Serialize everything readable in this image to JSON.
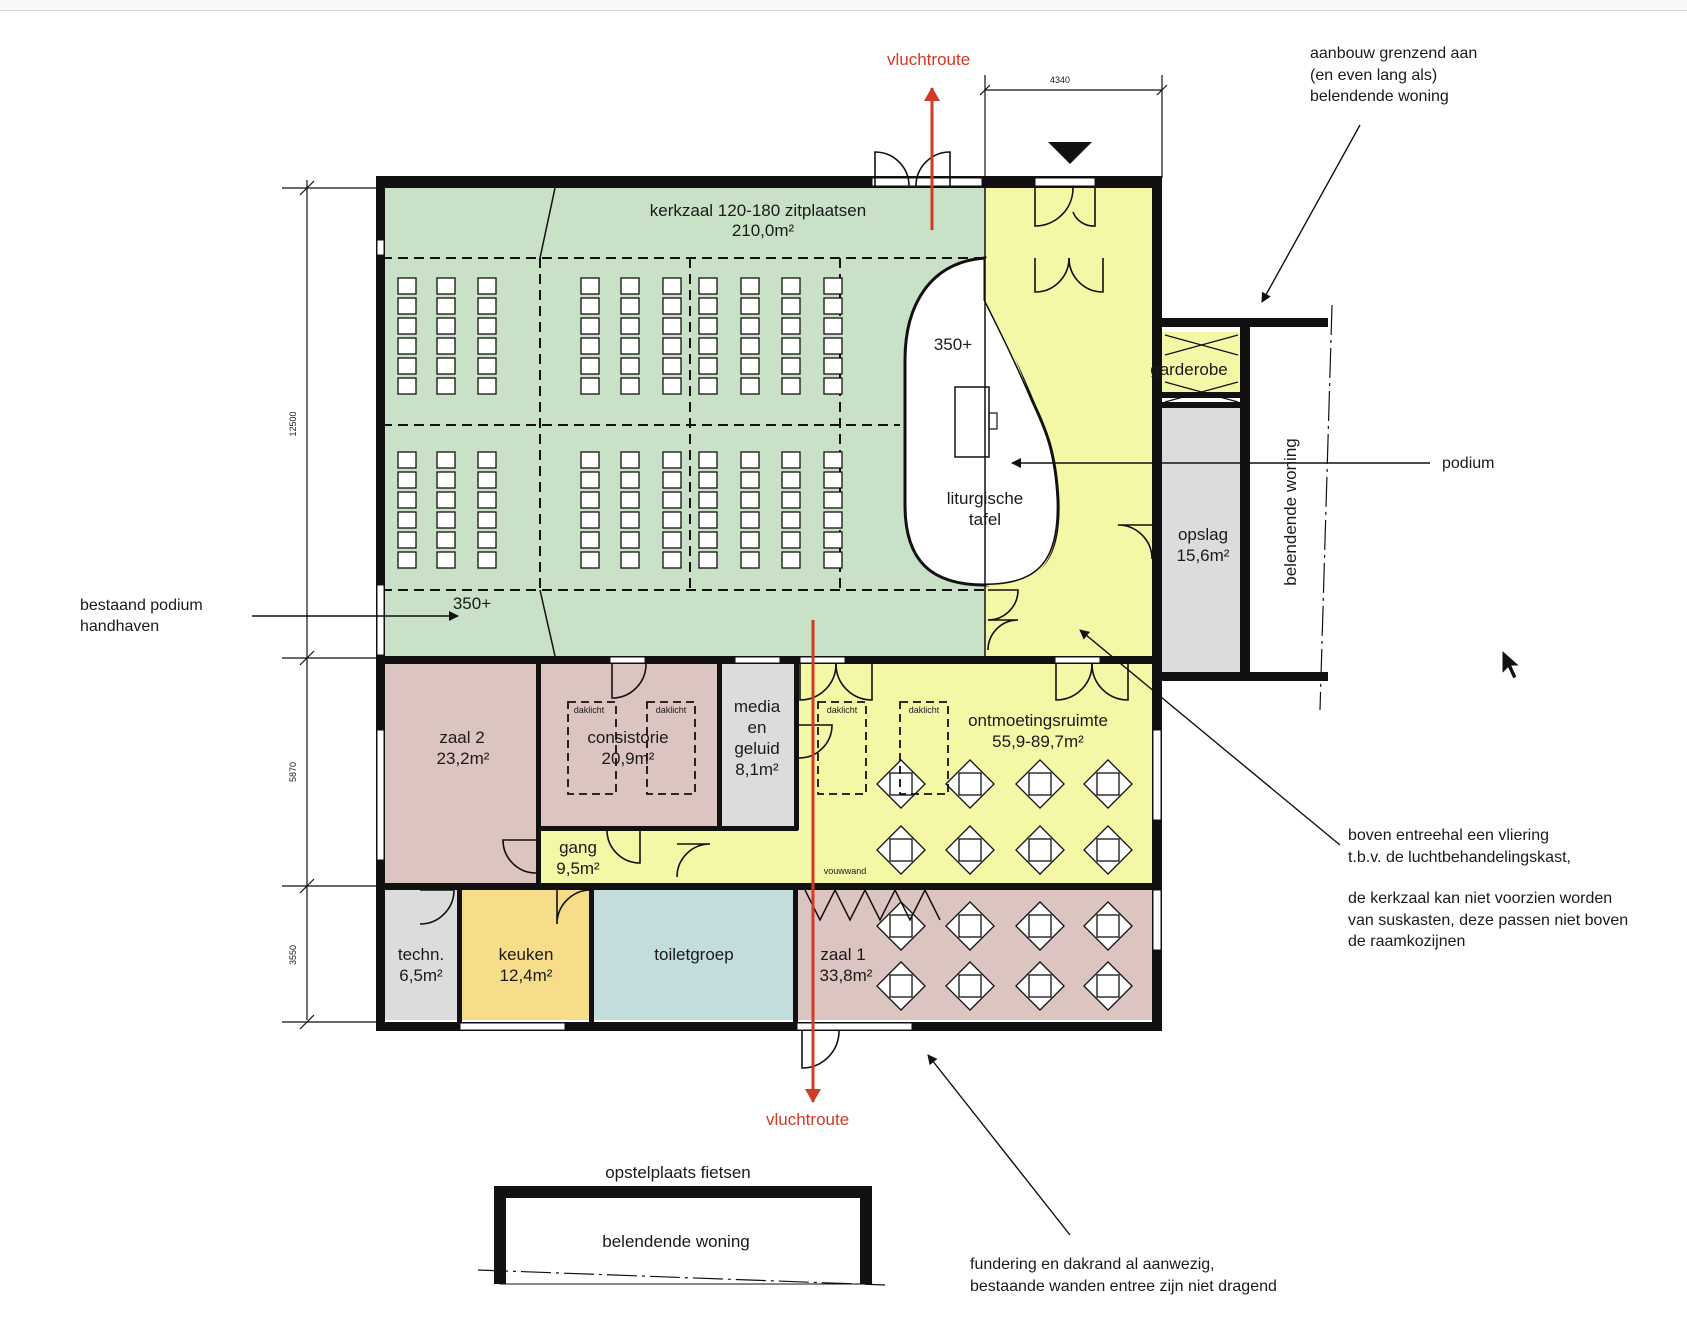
{
  "colors": {
    "church_hall": "#c9e1c7",
    "yellow_zone": "#f4f8a6",
    "pink_room": "#dcc4c0",
    "grey_room": "#dcdcdc",
    "kitchen": "#f7dc8a",
    "toilets": "#c3dcdc",
    "wall": "#111111",
    "escape_route": "#d23a25"
  },
  "icons": [
    "arrow-icon",
    "door-swing-icon",
    "entrance-marker-icon",
    "mouse-cursor-icon"
  ],
  "labels": {
    "escape_top": "vluchtroute",
    "escape_bottom": "vluchtroute",
    "dim_top": "4340",
    "dim_left_1": "12500",
    "dim_left_2": "5870",
    "dim_left_3": "3550",
    "church_title": "kerkzaal 120-180 zitplaatsen",
    "church_area": "210,0m²",
    "podium_level": "350+",
    "liturgical_1": "liturgische",
    "liturgical_2": "tafel",
    "existing_level": "350+",
    "garderobe": "garderobe",
    "storage_name": "opslag",
    "storage_area": "15,6m²",
    "neighbour_side": "belendende woning",
    "zaal2_name": "zaal 2",
    "zaal2_area": "23,2m²",
    "consistorie_name": "consistorie",
    "consistorie_area": "20,9m²",
    "media_1": "media",
    "media_2": "en",
    "media_3": "geluid",
    "media_area": "8,1m²",
    "meeting_name": "ontmoetingsruimte",
    "meeting_area": "55,9-89,7m²",
    "daklicht_1": "daklicht",
    "daklicht_2": "daklicht",
    "daklicht_3": "daklicht",
    "daklicht_4": "daklicht",
    "gang_name": "gang",
    "gang_area": "9,5m²",
    "vouwwand": "vouwwand",
    "techn_name": "techn.",
    "techn_area": "6,5m²",
    "keuken_name": "keuken",
    "keuken_area": "12,4m²",
    "toilet_name": "toiletgroep",
    "zaal1_name": "zaal 1",
    "zaal1_area": "33,8m²",
    "bikes": "opstelplaats fietsen",
    "neighbour_bottom": "belendende woning"
  },
  "notes": {
    "annex_1": "aanbouw grenzend aan",
    "annex_2": "(en even lang als)",
    "annex_3": "belendende woning",
    "podium": "podium",
    "existing_podium_1": "bestaand podium",
    "existing_podium_2": "handhaven",
    "loft_1": "boven entreehal een vliering",
    "loft_2": "t.b.v. de luchtbehandelingskast,",
    "hall_1": "de kerkzaal kan niet voorzien worden",
    "hall_2": "van suskasten, deze passen niet boven",
    "hall_3": "de raamkozijnen",
    "foundation_1": "fundering en dakrand al aanwezig,",
    "foundation_2": "bestaande wanden entree zijn niet dragend"
  }
}
